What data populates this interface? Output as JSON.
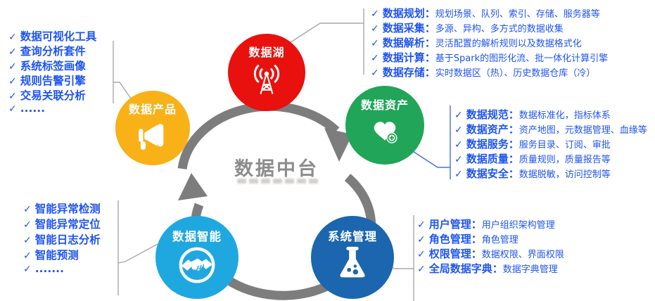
{
  "palette": {
    "data_lake_red": "#E8110D",
    "data_product_yellow": "#F8B117",
    "data_asset_green": "#21A558",
    "data_intelligence_lightblue": "#1FA8E0",
    "system_management_blue": "#1B66AE",
    "list_text_blue": "#1F55F0",
    "cycle_arrow_gray": "#7D7D7D",
    "center_title_gray": "#8C8C8C",
    "connector_gray": "#A8A8A8",
    "connector_blue": "#4470E0"
  },
  "glyphs": {
    "check": "✓"
  },
  "center": {
    "title": "数据中台"
  },
  "nodes": {
    "data_lake": {
      "label": "数据湖",
      "icon": "broadcast-tower-icon"
    },
    "data_product": {
      "label": "数据产品",
      "icon": "megaphone-icon"
    },
    "data_asset": {
      "label": "数据资产",
      "icon": "heart-plus-icon"
    },
    "data_intelligence": {
      "label": "数据智能",
      "icon": "handshake-icon"
    },
    "system_management": {
      "label": "系统管理",
      "icon": "flask-icon"
    }
  },
  "lists": {
    "data_product_features": {
      "items": [
        "数据可视化工具",
        "查询分析套件",
        "系统标签画像",
        "规则告警引擎",
        "交易关联分析",
        "......"
      ]
    },
    "data_lake_features": {
      "items": [
        {
          "label": "数据规划：",
          "desc": "规划场景、队列、索引、存储、服务器等"
        },
        {
          "label": "数据采集：",
          "desc": "多源、异构、多方式的数据收集"
        },
        {
          "label": "数据解析：",
          "desc": "灵活配置的解析规则以及数据格式化"
        },
        {
          "label": "数据计算：",
          "desc": "基于Spark的图形化流、批一体化计算引擎"
        },
        {
          "label": "数据存储：",
          "desc": "实时数据区（热）、历史数据仓库（冷）"
        }
      ]
    },
    "data_asset_features": {
      "items": [
        {
          "label": "数据规范：",
          "desc": "数据标准化，指标体系"
        },
        {
          "label": "数据资产：",
          "desc": "资产地图，元数据管理、血缘等"
        },
        {
          "label": "数据服务：",
          "desc": "服务目录、订阅、审批"
        },
        {
          "label": "数据质量：",
          "desc": "质量规则，质量报告等"
        },
        {
          "label": "数据安全：",
          "desc": "数据脱敏，访问控制等"
        }
      ]
    },
    "system_management_features": {
      "items": [
        {
          "label": "用户管理：",
          "desc": "用户组织架构管理"
        },
        {
          "label": "角色管理：",
          "desc": "角色管理"
        },
        {
          "label": "权限管理：",
          "desc": "数据权限、界面权限"
        },
        {
          "label": "全局数据字典：",
          "desc": "数据字典管理"
        }
      ]
    },
    "data_intelligence_features": {
      "items": [
        "智能异常检测",
        "智能异常定位",
        "智能日志分析",
        "智能预测",
        "......."
      ]
    }
  }
}
